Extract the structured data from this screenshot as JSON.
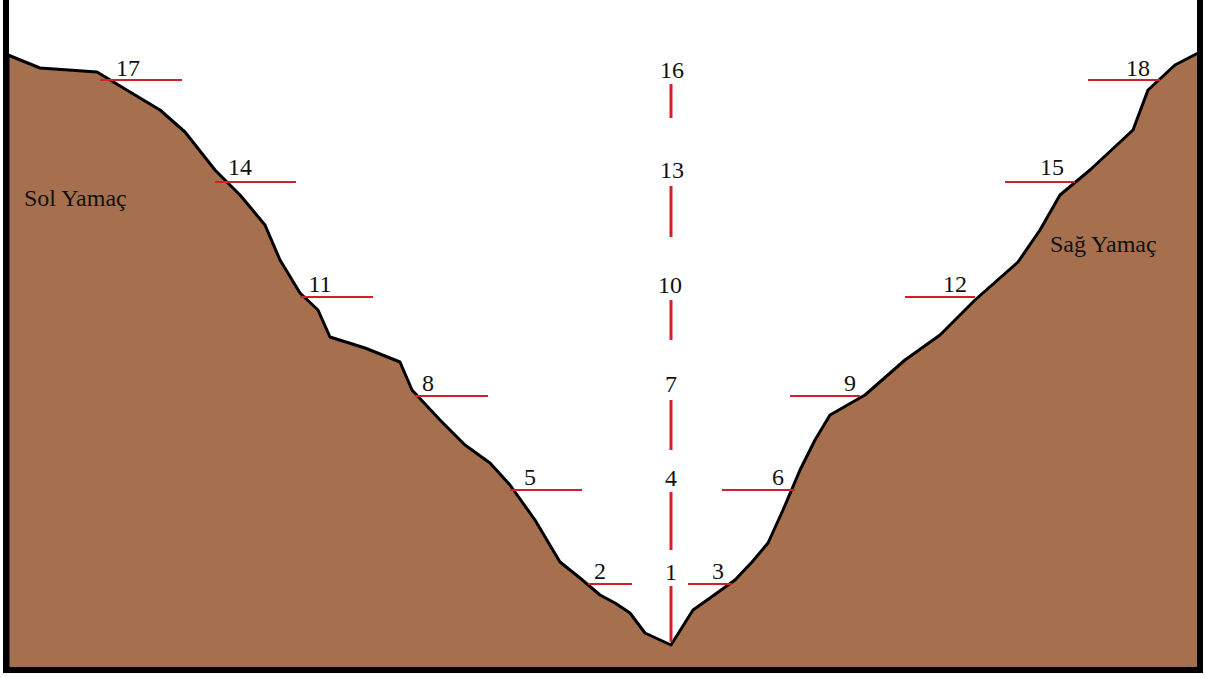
{
  "diagram": {
    "labels": [
      "17",
      "16",
      "18",
      "14",
      "13",
      "15",
      "Sol Yamaç",
      "Sağ Yamaç",
      "11",
      "10",
      "12",
      "8",
      "7",
      "9",
      "5",
      "4",
      "6",
      "2",
      "1",
      "3"
    ]
  }
}
